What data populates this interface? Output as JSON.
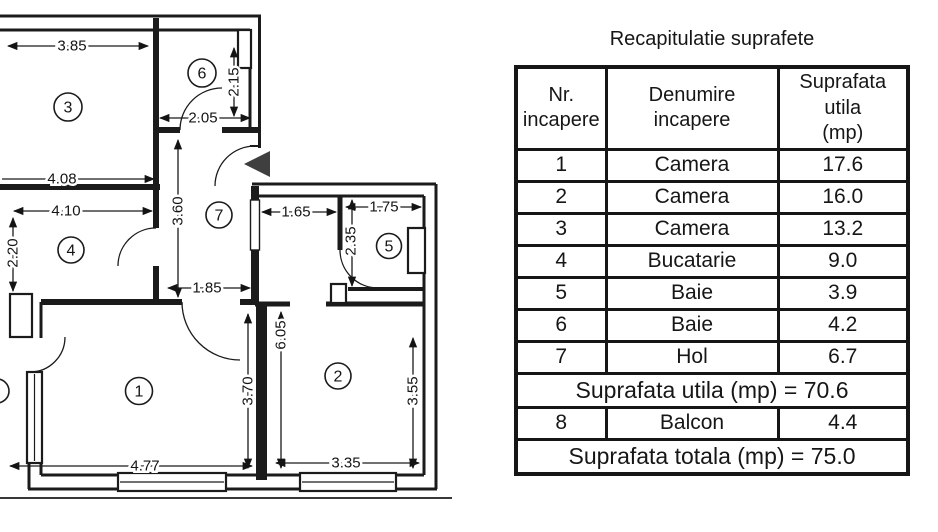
{
  "plan": {
    "rooms": {
      "r1": "1",
      "r2": "2",
      "r3": "3",
      "r4": "4",
      "r5": "5",
      "r6": "6",
      "r7": "7"
    },
    "dims": {
      "d385": "3.85",
      "d215": "2.15",
      "d205": "2.05",
      "d408": "4.08",
      "d410": "4.10",
      "d220": "2.20",
      "d360": "3.60",
      "d165": "1.65",
      "d175": "1.75",
      "d235": "2.35",
      "d185": "1.85",
      "d605": "6.05",
      "d370": "3.70",
      "d355": "3.55",
      "d477": "4.77",
      "d335": "3.35"
    }
  },
  "table": {
    "title": "Recapitulatie suprafete",
    "headers": {
      "col1_l1": "Nr.",
      "col1_l2": "incapere",
      "col2_l1": "Denumire",
      "col2_l2": "incapere",
      "col3_l1": "Suprafata utila",
      "col3_l2": "(mp)"
    },
    "rows": [
      {
        "nr": "1",
        "name": "Camera",
        "area": "17.6"
      },
      {
        "nr": "2",
        "name": "Camera",
        "area": "16.0"
      },
      {
        "nr": "3",
        "name": "Camera",
        "area": "13.2"
      },
      {
        "nr": "4",
        "name": "Bucatarie",
        "area": "9.0"
      },
      {
        "nr": "5",
        "name": "Baie",
        "area": "3.9"
      },
      {
        "nr": "6",
        "name": "Baie",
        "area": "4.2"
      },
      {
        "nr": "7",
        "name": "Hol",
        "area": "6.7"
      }
    ],
    "subtotal": {
      "label": "Suprafata utila (mp) =",
      "value": "70.6"
    },
    "balcony_row": {
      "nr": "8",
      "name": "Balcon",
      "area": "4.4"
    },
    "total": {
      "label": "Suprafata totala (mp) =",
      "value": "75.0"
    }
  }
}
